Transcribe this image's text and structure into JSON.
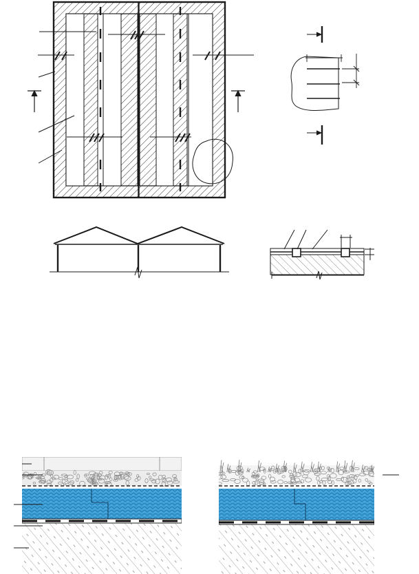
{
  "page": {
    "background": "#ffffff"
  },
  "colors": {
    "line": "#1a1a1a",
    "hatch": "#333333",
    "insulation": "#3d9fd6",
    "insulation_mesh": "#1d6fa8",
    "gravel": "#9a9a9a",
    "concrete_hatch": "#8c8c8c"
  },
  "figures": [
    {
      "id": "roof-plan",
      "kind": "plan"
    },
    {
      "id": "building-section",
      "kind": "section"
    },
    {
      "id": "joint-detail",
      "kind": "detail"
    },
    {
      "id": "floor-detail",
      "kind": "detail"
    },
    {
      "id": "paved-insulated-roof",
      "kind": "section"
    },
    {
      "id": "gravel-insulated-roof",
      "kind": "section"
    }
  ]
}
